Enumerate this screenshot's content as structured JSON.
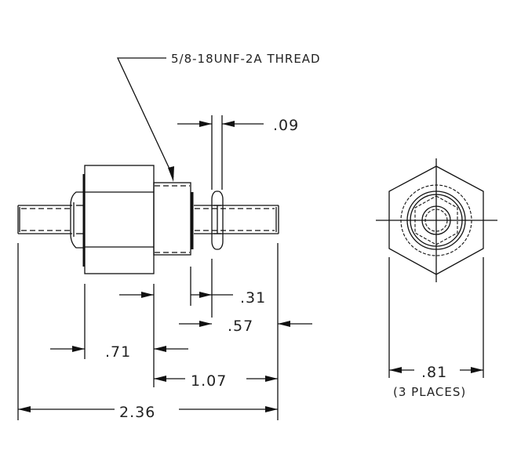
{
  "drawing": {
    "type": "mechanical-drawing",
    "views": [
      "side-view",
      "end-view"
    ],
    "callouts": {
      "thread": "5/8-18UNF-2A THREAD"
    },
    "dimensions": {
      "nut_thickness": ".09",
      "thread_to_nut": ".31",
      "nut_to_end": ".57",
      "hex_length": ".71",
      "thread_to_end": "1.07",
      "overall_length": "2.36",
      "hex_across_flats": ".81",
      "hex_note": "(3 PLACES)"
    },
    "colors": {
      "line": "#111111",
      "background": "#ffffff"
    }
  }
}
